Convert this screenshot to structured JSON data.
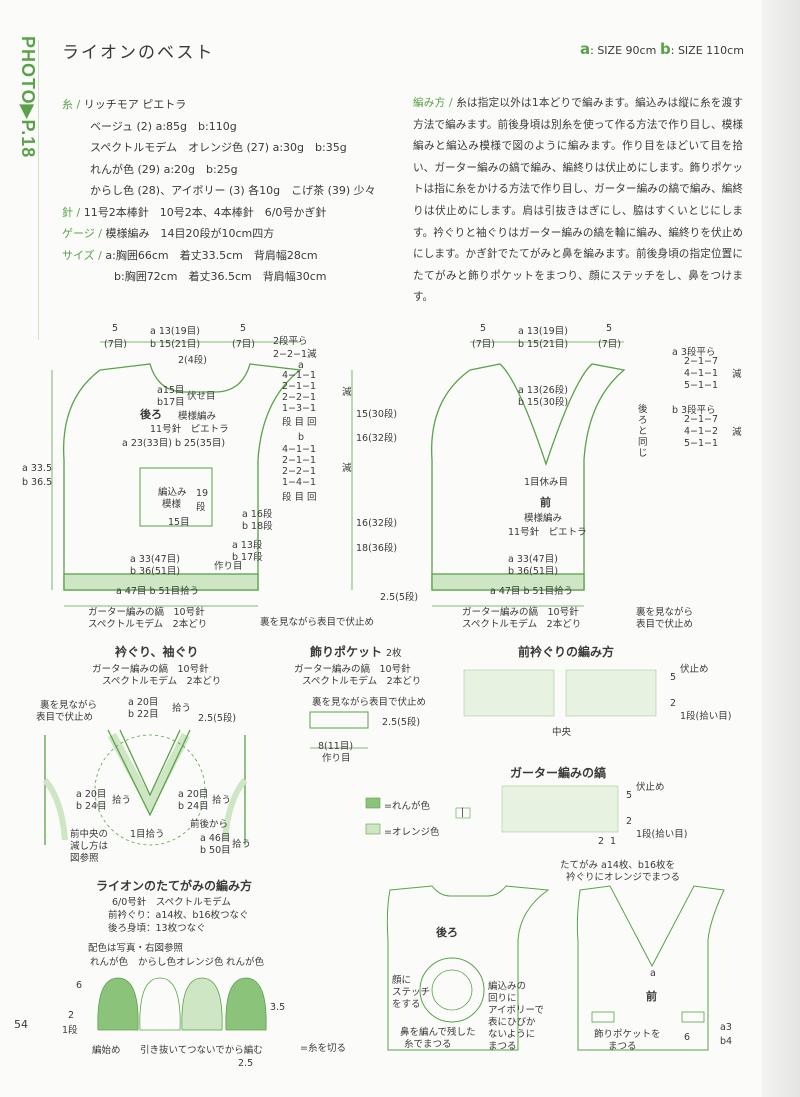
{
  "header": {
    "photo_label": "PHOTO▶P.18",
    "title": "ライオンのベスト",
    "size_a_prefix": "a",
    "size_a": ": SIZE 90cm",
    "size_b_prefix": "b",
    "size_b": ": SIZE 110cm"
  },
  "materials": {
    "yarn_key": "糸 /",
    "yarn_brand": "リッチモア ピエトラ",
    "yarn_beige": "ベージュ (2) a:85g　b:110g",
    "yarn_spectre": "スペクトルモデム　オレンジ色 (27) a:30g　b:35g",
    "yarn_renga": "れんが色 (29) a:20g　b:25g",
    "yarn_karashi": "からし色 (28)、アイボリー (3) 各10g　こげ茶 (39) 少々",
    "needle_key": "針 /",
    "needle": "11号2本棒針　10号2本、4本棒針　6/0号かぎ針",
    "gauge_key": "ゲージ /",
    "gauge": "模様編み　14目20段が10cm四方",
    "size_key": "サイズ /",
    "size_a": "a:胸囲66cm　着丈33.5cm　背肩幅28cm",
    "size_b": "b:胸囲72cm　着丈36.5cm　背肩幅30cm"
  },
  "instructions": {
    "key": "編み方 /",
    "text": "糸は指定以外は1本どりで編みます。編込みは縦に糸を渡す方法で編みます。前後身頃は別糸を使って作る方法で作り目し、模様編みと編込み模様で図のように編みます。作り目をほどいて目を拾い、ガーター編みの縞で編み、編終りは伏止めにします。飾りポケットは指に糸をかける方法で作り目し、ガーター編みの縞で編み、編終りは伏止めにします。肩は引抜きはぎにし、脇はすくいとじにします。衿ぐりと袖ぐりはガーター編みの縞を輪に編み、編終りを伏止めにします。かぎ針でたてがみと鼻を編みます。前後身頃の指定位置にたてがみと飾りポケットをまつり、顔にステッチをし、鼻をつけます。"
  },
  "back_diagram": {
    "top_side_l": "5",
    "top_side_l2": "(7目)",
    "top_mid": "a 13(19目)",
    "top_mid2": "b 15(21目)",
    "top_side_r": "5",
    "top_side_r2": "(7目)",
    "shoulder_note1": "2段平ら",
    "shoulder_note2": "2−2−1減",
    "neck_rows": "2(4段)",
    "neck_bind_a": "a15目",
    "neck_bind_b": "b17目",
    "neck_bind": "伏せ目",
    "name": "後ろ",
    "pattern": "模様編み",
    "needle": "11号針　ピエトラ",
    "width_upper": "a 23(33目) b 25(35目)",
    "dec_a_label": "a",
    "dec_a": [
      "4−1−1",
      "2−1−1",
      "2−2−1",
      "1−3−1"
    ],
    "dec_a_tail": "段 目 回",
    "dec_b_label": "b",
    "dec_b": [
      "4−1−1",
      "2−1−1",
      "2−2−1",
      "1−4−1"
    ],
    "dec_b_tail": "段 目 回",
    "dec_word": "減",
    "armhole_a": "15(30段)",
    "armhole_b": "16(32段)",
    "body_a": "16(32段)",
    "body_b": "18(36段)",
    "hem_rows": "2.5(5段)",
    "height_a": "a 33.5",
    "height_b": "b 36.5",
    "inset_label1": "編込み",
    "inset_label2": "模様",
    "inset_rows1": "19",
    "inset_rows2": "段",
    "inset_sts": "15目",
    "pos_a": "a 16段",
    "pos_b": "b 18段",
    "pos_a2": "a 13段",
    "pos_b2": "b 17段",
    "cast_on": "作り目",
    "width_lower_a": "a 33(47目)",
    "width_lower_b": "b 36(51目)",
    "pick_up": "a 47目 b 51目拾う",
    "hem_note1": "ガーター編みの縞　10号針",
    "hem_note2": "スペクトルモデム　2本どり",
    "bind_note": "裏を見ながら表目で伏止め"
  },
  "front_diagram": {
    "top_side_l": "5",
    "top_side_l2": "(7目)",
    "top_mid": "a 13(19目)",
    "top_mid2": "b 15(21目)",
    "top_side_r": "5",
    "top_side_r2": "(7目)",
    "neck_a": "a 13(26段)",
    "neck_b": "b 15(30段)",
    "center_rest": "1目休み目",
    "name": "前",
    "pattern": "模様編み",
    "needle": "11号針　ピエトラ",
    "same_as_back": "後ろと同じ",
    "a_dec_label": "a 3段平ら",
    "a_dec": [
      "2−1−7",
      "4−1−1",
      "5−1−1"
    ],
    "b_dec_label": "b 3段平ら",
    "b_dec": [
      "2−1−7",
      "4−1−2",
      "5−1−1"
    ],
    "dec_word": "減",
    "width_lower_a": "a 33(47目)",
    "width_lower_b": "b 36(51目)",
    "pick_up": "a 47目 b 51目拾う",
    "hem_note1": "ガーター編みの縞　10号針",
    "hem_note2": "スペクトルモデム　2本どり",
    "bind_note1": "裏を見ながら",
    "bind_note2": "表目で伏止め"
  },
  "neckband": {
    "title": "衿ぐり、袖ぐり",
    "sub1": "ガーター編みの縞　10号針",
    "sub2": "スペクトルモデム　2本どり",
    "bind1": "裏を見ながら",
    "bind2": "表目で伏止め",
    "pick_a": "a 20目",
    "pick_b": "b 22目",
    "pick": "拾う",
    "rows": "2.5(5段)",
    "l_a": "a 20目",
    "l_b": "b 24目",
    "l_pick": "拾う",
    "r_a": "a 20目",
    "r_b": "b 24目",
    "r_pick": "拾う",
    "one_pick": "1目拾う",
    "center_note": [
      "前中央の",
      "減し方は",
      "図参照"
    ],
    "arm1": "前後から",
    "arm_a": "a 46目",
    "arm_b": "b 50目",
    "arm_pick": "拾う"
  },
  "pocket": {
    "title": "飾りポケット",
    "count": "2枚",
    "sub1": "ガーター編みの縞　10号針",
    "sub2": "スペクトルモデム　2本どり",
    "bind": "裏を見ながら表目で伏止め",
    "rows": "2.5(5段)",
    "width": "8(11目)",
    "cast": "作り目"
  },
  "front_neck_chart": {
    "title": "前衿ぐりの編み方",
    "bind": "伏止め",
    "r5": "5",
    "r2": "2",
    "r1": "1段(拾い目)",
    "center": "中央"
  },
  "legend": {
    "renga": "=れんが色",
    "orange": "=オレンジ色",
    "knit_symbol": "|"
  },
  "garter_chart": {
    "title": "ガーター編みの縞",
    "bind": "伏止め",
    "r5": "5",
    "r2": "2",
    "r1": "1段(拾い目)",
    "c2": "2",
    "c1": "1"
  },
  "mane": {
    "title": "ライオンのたてがみの編み方",
    "hook": "6/0号針　スペクトルモデム",
    "front_neck": "前衿ぐり：a14枚、b16枚つなぐ",
    "back_body": "後ろ身頃：13枚つなぐ",
    "colors_note": "配色は写真・右図参照",
    "colors": [
      "れんが色",
      "からし色",
      "オレンジ色",
      "れんが色"
    ],
    "r6": "6",
    "r2": "2",
    "r1": "1段",
    "h": "3.5",
    "start": "編始め",
    "pull": "引き抜いてつないでから編む",
    "cut": "=糸を切る",
    "w": "2.5"
  },
  "assembly": {
    "front_note1": "たてがみ a14枚、b16枚を",
    "front_note2": "衿ぐりにオレンジでまつる",
    "back_name": "後ろ",
    "stitch_face": [
      "顔に",
      "ステッチ",
      "をする"
    ],
    "stitch_nose": [
      "鼻を編んで残した",
      "糸でまつる"
    ],
    "inlay": [
      "編込みの",
      "回りに",
      "アイボリーで",
      "表にひびか",
      "ないように",
      "まつる"
    ],
    "front_name": "前",
    "a_mark": "a",
    "pocket_note1": "飾りポケットを",
    "pocket_note2": "まつる",
    "pos6": "6",
    "a3": "a3",
    "b4": "b4"
  },
  "page_number": "54",
  "colors": {
    "green": "#5aa24a",
    "light_green": "#cfe6c4",
    "mid_green": "#8cc37a"
  }
}
